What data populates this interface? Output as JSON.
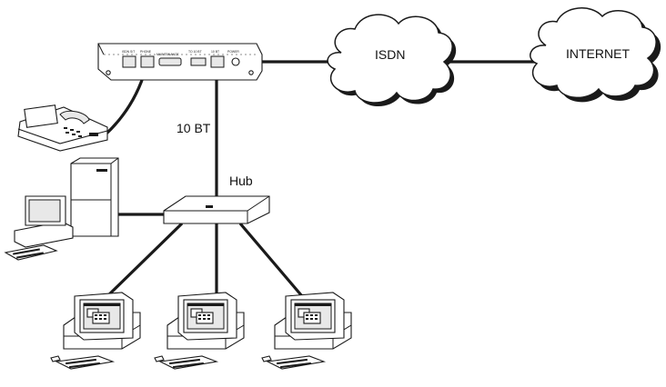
{
  "labels": {
    "isdn": "ISDN",
    "internet": "INTERNET",
    "link_10bt": "10 BT",
    "hub": "Hub"
  },
  "router_ports": {
    "isdn_s": "ISDN S/T",
    "phone": "PHONE",
    "maintenance": "MAINTENANCE",
    "to_10": "TO 10 BT",
    "bt": "10 BT",
    "power": "POWER"
  }
}
